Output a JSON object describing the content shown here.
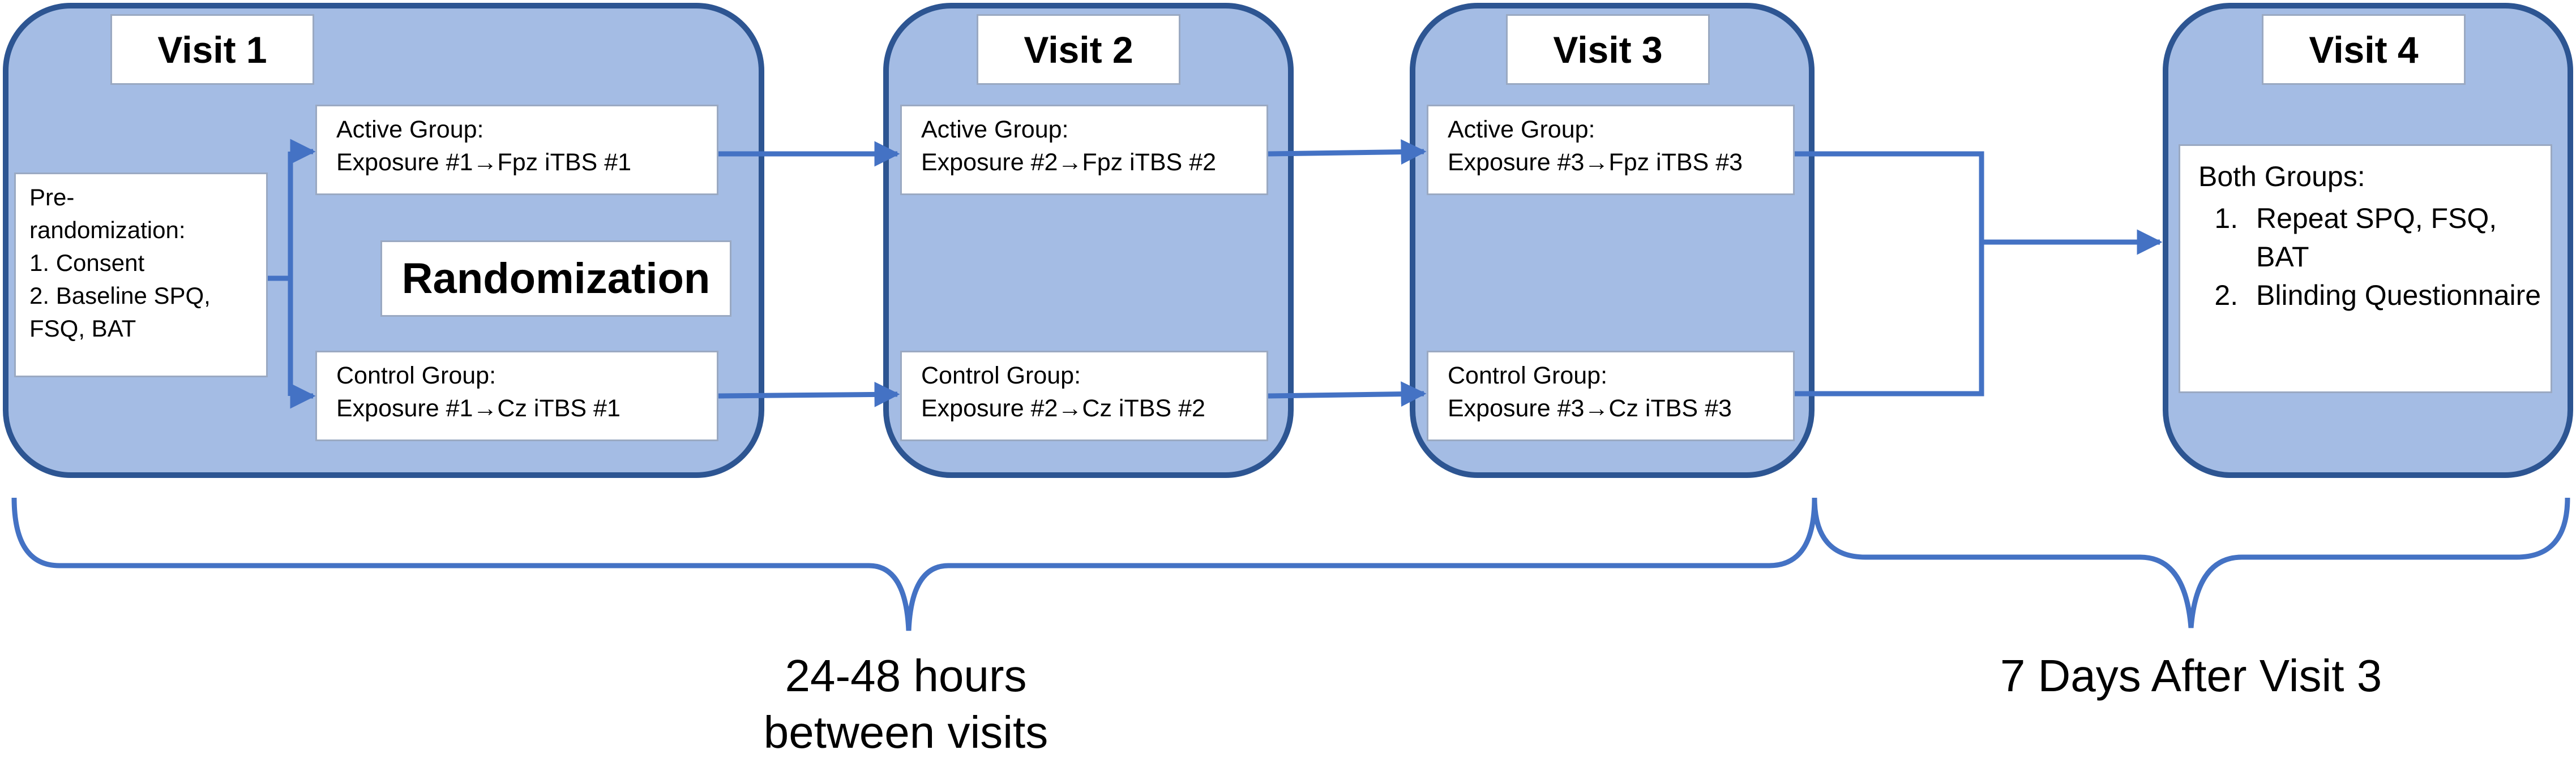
{
  "visits": [
    {
      "title": "Visit 1"
    },
    {
      "title": "Visit 2"
    },
    {
      "title": "Visit 3"
    },
    {
      "title": "Visit 4"
    }
  ],
  "visit1": {
    "prerandomization": [
      "Pre-",
      "randomization:",
      "1. Consent",
      "2. Baseline SPQ,",
      "FSQ, BAT"
    ],
    "randomization": "Randomization",
    "active": [
      "Active Group:",
      "Exposure #1→Fpz iTBS #1"
    ],
    "control": [
      "Control Group:",
      "Exposure #1→Cz iTBS #1"
    ]
  },
  "visit2": {
    "active": [
      "Active Group:",
      "Exposure #2→Fpz iTBS #2"
    ],
    "control": [
      "Control Group:",
      "Exposure #2→Cz iTBS #2"
    ]
  },
  "visit3": {
    "active": [
      "Active Group:",
      "Exposure #3→Fpz iTBS #3"
    ],
    "control": [
      "Control Group:",
      "Exposure #3→Cz iTBS #3"
    ]
  },
  "visit4": {
    "heading": "Both Groups:",
    "items": [
      "Repeat SPQ, FSQ, BAT",
      "Blinding Questionnaire"
    ]
  },
  "timeline": {
    "left_label": [
      "24-48 hours",
      "between visits"
    ],
    "right_label": "7 Days After Visit 3"
  },
  "colors": {
    "panel_fill": "#a4bce4",
    "panel_border": "#2d5592",
    "arrow": "#4472c4",
    "box_fill": "#ffffff"
  }
}
